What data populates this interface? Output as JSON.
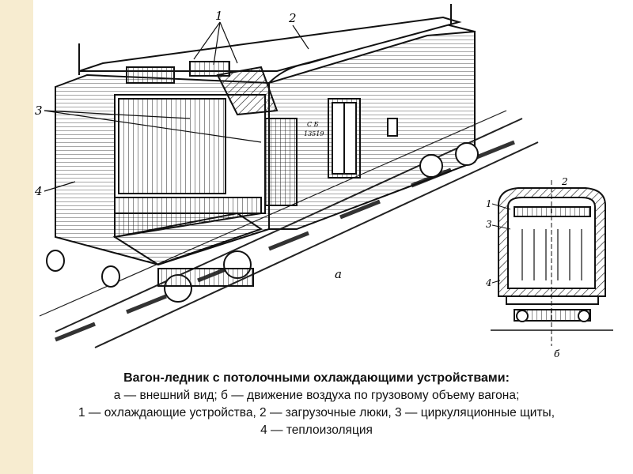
{
  "figure": {
    "labels_left": [
      "1",
      "2",
      "3",
      "4"
    ],
    "label_a": "а",
    "labels_right": [
      "1",
      "2",
      "3",
      "4"
    ],
    "label_b": "б",
    "car_marks": [
      "С Б",
      "13519"
    ]
  },
  "caption": {
    "title": "Вагон-ледник с потолочными охлаждающими устройствами:",
    "line2": "а — внешний вид; б — движение воздуха по грузовому объему вагона;",
    "line3": "1 — охлаждающие устройства, 2 — загрузочные люки, 3 — циркуляционные щиты,",
    "line4": "4 — теплоизоляция"
  }
}
